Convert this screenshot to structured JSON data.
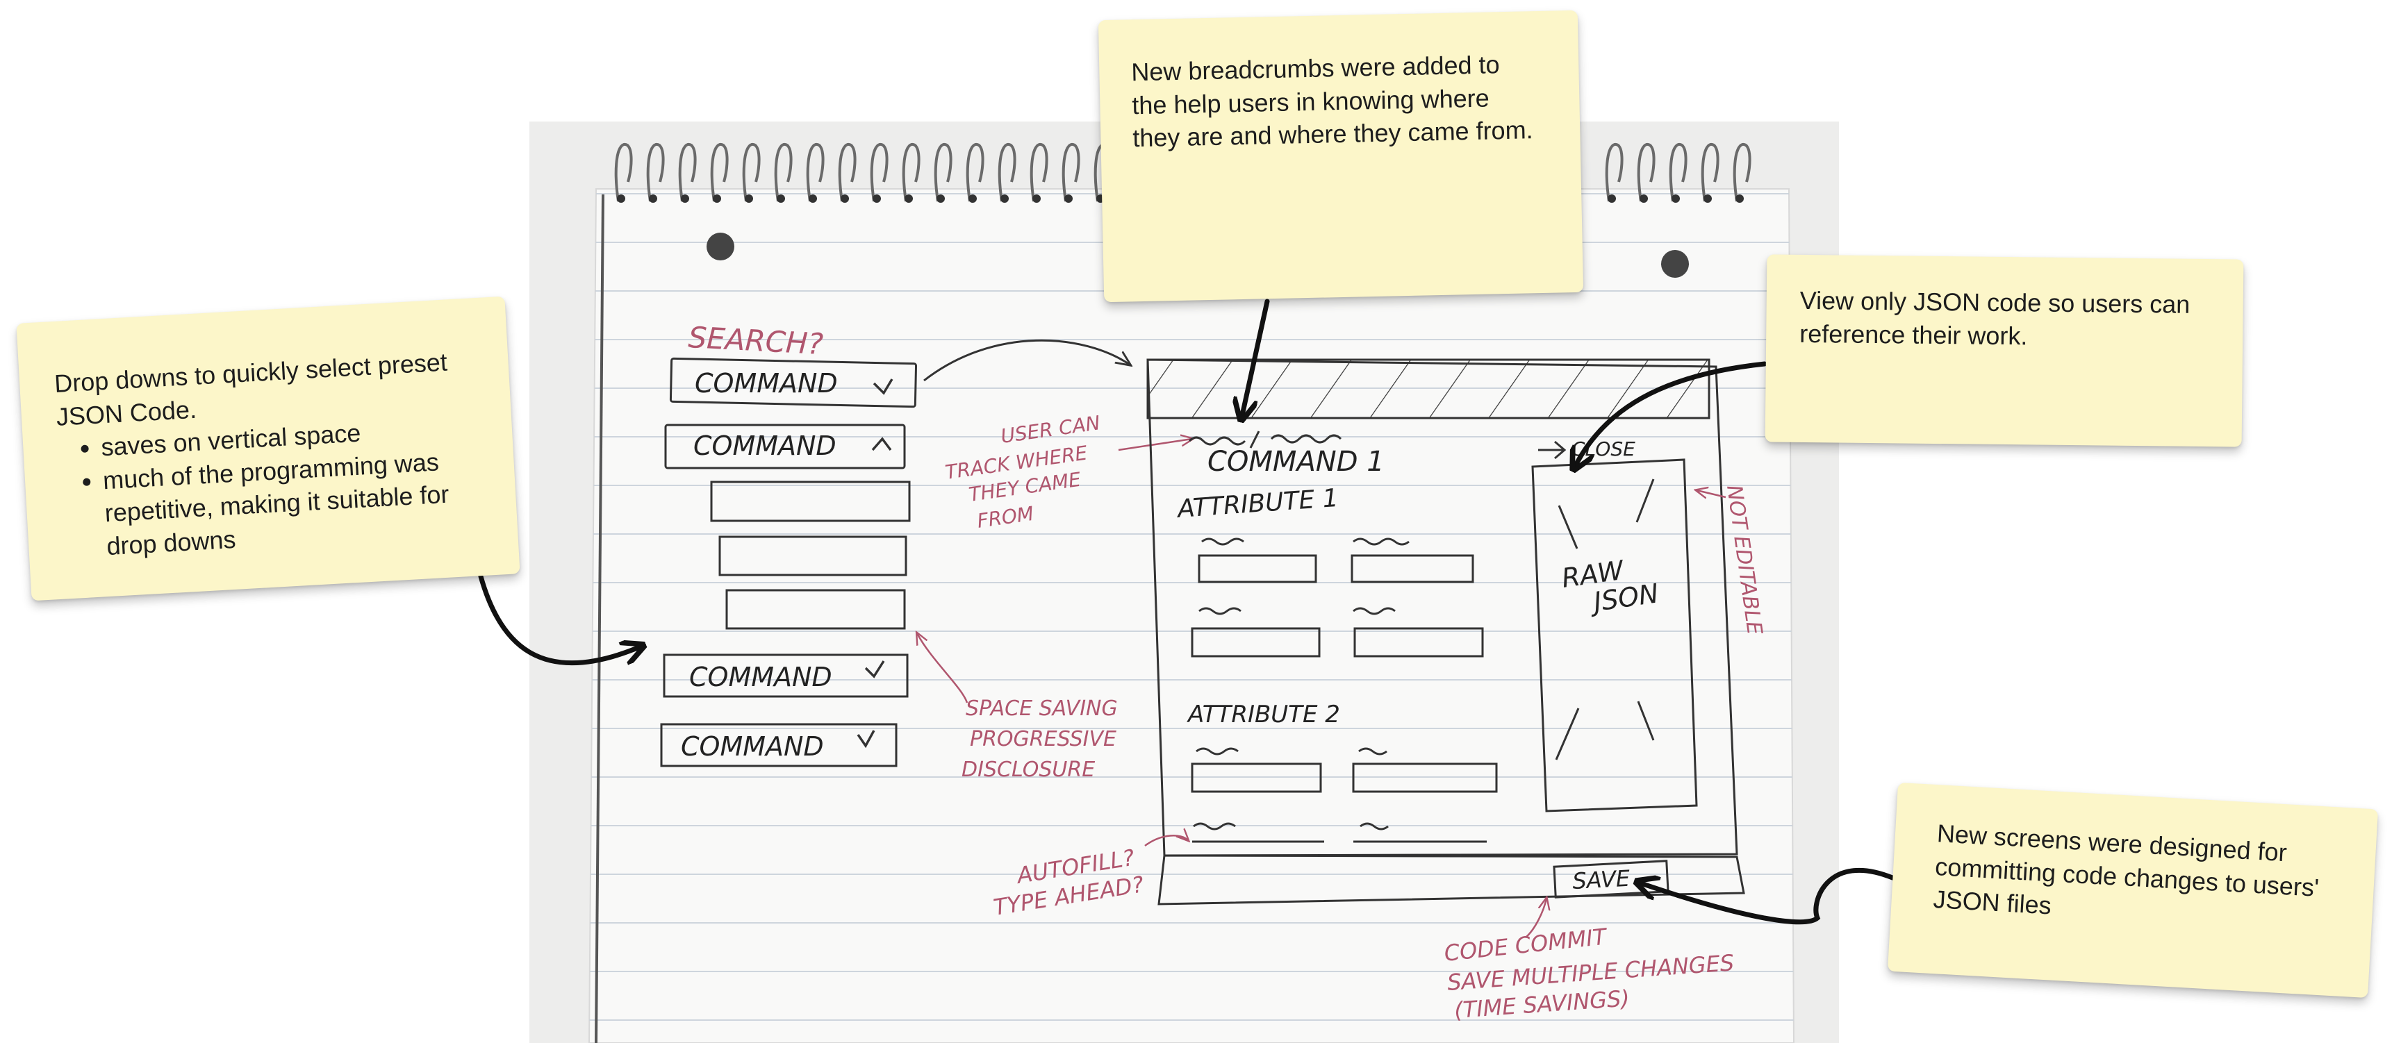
{
  "notes": {
    "dropdowns": {
      "intro": "Drop downs to quickly select preset JSON Code.",
      "bullets": [
        "saves on vertical space",
        "much of the programming was repetitive, making it suitable for drop downs"
      ]
    },
    "breadcrumbs": "New breadcrumbs were added to the help users in knowing where they are and where they came from.",
    "json_view": "View only JSON code so users can reference their work.",
    "save_screens": "New screens were designed for committing code changes to users' JSON files"
  },
  "sketch": {
    "search": "SEARCH?",
    "command": "COMMAND",
    "command_1": "COMMAND 1",
    "attribute_1": "ATTRIBUTE 1",
    "attribute_2": "ATTRIBUTE 2",
    "raw_json_line1": "RAW",
    "raw_json_line2": "JSON",
    "close_label": "CLOSE",
    "not_editable": "NOT EDITABLE",
    "user_track_lines": [
      "USER CAN",
      "TRACK WHERE",
      "THEY CAME",
      "FROM"
    ],
    "space_saving_lines": [
      "SPACE SAVING",
      "PROGRESSIVE",
      "DISCLOSURE"
    ],
    "autofill_lines": [
      "AUTOFILL?",
      "TYPE AHEAD?"
    ],
    "save": "SAVE",
    "code_commit_lines": [
      "CODE COMMIT",
      "SAVE MULTIPLE CHANGES",
      "(TIME SAVINGS)"
    ]
  }
}
